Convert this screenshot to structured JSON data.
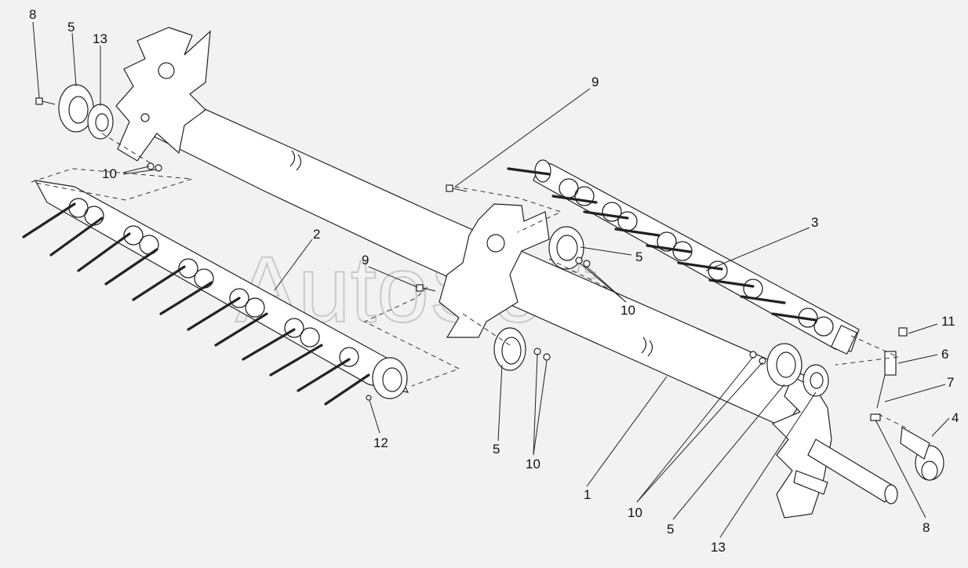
{
  "watermark": "AutoSoft",
  "callouts": {
    "c8a": "8",
    "c5a": "5",
    "c13a": "13",
    "c10a": "10",
    "c9a": "9",
    "c2": "2",
    "c9b": "9",
    "c3": "3",
    "c5b": "5",
    "c10b": "10",
    "c11": "11",
    "c6": "6",
    "c7": "7",
    "c4": "4",
    "c12": "12",
    "c5c": "5",
    "c10c": "10",
    "c1": "1",
    "c10d": "10",
    "c5d": "5",
    "c13b": "13",
    "c8b": "8"
  }
}
